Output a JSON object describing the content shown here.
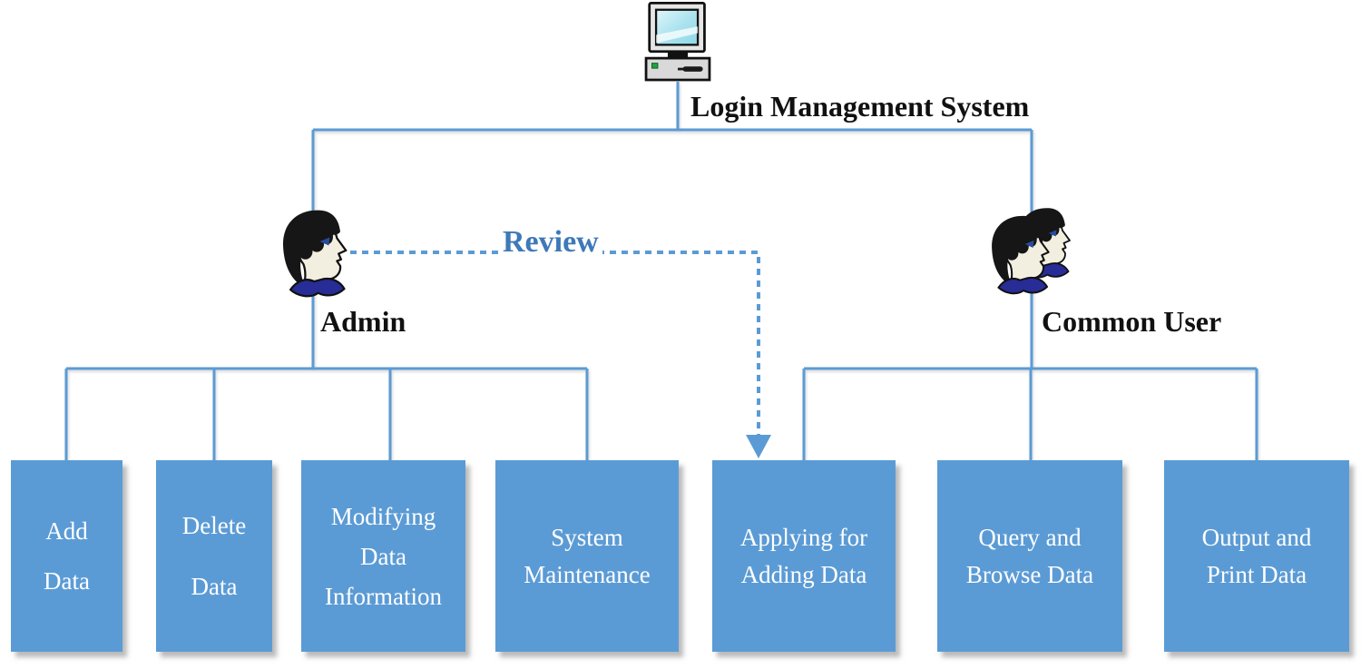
{
  "title": {
    "label": "Login Management System"
  },
  "actors": {
    "admin": {
      "label": "Admin"
    },
    "common_user": {
      "label": "Common User"
    }
  },
  "review": {
    "label": "Review"
  },
  "boxes": [
    {
      "id": "add-data",
      "branch": "admin",
      "lines": [
        "Add",
        "Data"
      ]
    },
    {
      "id": "delete-data",
      "branch": "admin",
      "lines": [
        "Delete",
        "Data"
      ]
    },
    {
      "id": "modifying-data-information",
      "branch": "admin",
      "lines": [
        "Modifying",
        "Data",
        "Information"
      ]
    },
    {
      "id": "system-maintenance",
      "branch": "admin",
      "lines": [
        "System",
        "Maintenance"
      ]
    },
    {
      "id": "applying-for-adding-data",
      "branch": "common-user",
      "lines": [
        "Applying for",
        "Adding Data"
      ]
    },
    {
      "id": "query-and-browse-data",
      "branch": "common-user",
      "lines": [
        "Query and",
        "Browse Data"
      ]
    },
    {
      "id": "output-and-print-data",
      "branch": "common-user",
      "lines": [
        "Output and",
        "Print Data"
      ]
    }
  ],
  "icons": {
    "root": "computer-icon",
    "admin": "person-profile-icon",
    "common_user": "two-person-profile-icon",
    "review_arrow": "dashed-arrow-down"
  },
  "colors": {
    "connector_blue": "#5B9BD5",
    "box_fill": "#5B9BD5",
    "box_text": "#FFFFFF",
    "review_text": "#3E79B8",
    "heading_text": "#111111",
    "hair_black": "#161616",
    "face_cream": "#F3EFE0",
    "collar_blue": "#272C96",
    "screen_cyan": "#9BDCE9",
    "led_green": "#1EA53C"
  }
}
